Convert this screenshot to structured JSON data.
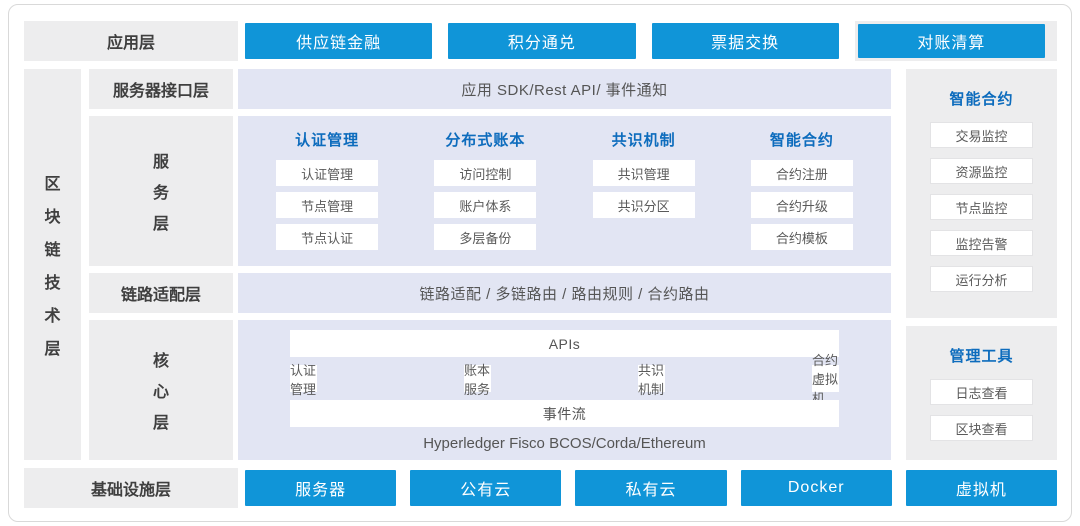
{
  "colors": {
    "accent_blue": "#1095d8",
    "header_blue": "#0d6cbd",
    "panel_lavender": "#e2e5f3",
    "panel_grey": "#ededee"
  },
  "app_layer": {
    "label": "应用层",
    "buttons": [
      "供应链金融",
      "积分通兑",
      "票据交换",
      "对账清算"
    ]
  },
  "blockchain_layer": {
    "label": "区块链技术层",
    "interface_layer": {
      "label": "服务器接口层",
      "content": "应用 SDK/Rest API/ 事件通知"
    },
    "service_layer": {
      "label": "服务层",
      "columns": [
        {
          "header": "认证管理",
          "items": [
            "认证管理",
            "节点管理",
            "节点认证"
          ]
        },
        {
          "header": "分布式账本",
          "items": [
            "访问控制",
            "账户体系",
            "多层备份"
          ]
        },
        {
          "header": "共识机制",
          "items": [
            "共识管理",
            "共识分区"
          ]
        },
        {
          "header": "智能合约",
          "items": [
            "合约注册",
            "合约升级",
            "合约模板"
          ]
        }
      ]
    },
    "link_layer": {
      "label": "链路适配层",
      "content": "链路适配 / 多链路由 / 路由规则 / 合约路由"
    },
    "core_layer": {
      "label": "核心层",
      "apis_bar": "APIs",
      "modules": [
        "认证管理",
        "账本服务",
        "共识机制",
        "合约虚拟机"
      ],
      "event_bar": "事件流",
      "platforms": "Hyperledger Fisco BCOS/Corda/Ethereum"
    }
  },
  "right_panels": [
    {
      "header": "智能合约",
      "items": [
        "交易监控",
        "资源监控",
        "节点监控",
        "监控告警",
        "运行分析"
      ]
    },
    {
      "header": "管理工具",
      "items": [
        "日志查看",
        "区块查看"
      ]
    }
  ],
  "infra_layer": {
    "label": "基础设施层",
    "buttons": [
      "服务器",
      "公有云",
      "私有云",
      "Docker",
      "虚拟机"
    ]
  }
}
